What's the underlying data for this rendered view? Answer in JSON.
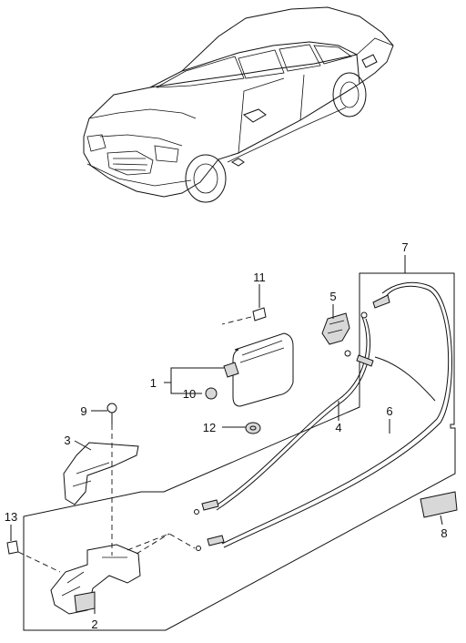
{
  "callouts": [
    {
      "id": "c1",
      "text": "1"
    },
    {
      "id": "c2",
      "text": "2"
    },
    {
      "id": "c3",
      "text": "3"
    },
    {
      "id": "c4",
      "text": "4"
    },
    {
      "id": "c5",
      "text": "5"
    },
    {
      "id": "c6",
      "text": "6"
    },
    {
      "id": "c7",
      "text": "7"
    },
    {
      "id": "c8",
      "text": "8"
    },
    {
      "id": "c9",
      "text": "9"
    },
    {
      "id": "c10",
      "text": "10"
    },
    {
      "id": "c11",
      "text": "11"
    },
    {
      "id": "c12",
      "text": "12"
    },
    {
      "id": "c13",
      "text": "13"
    }
  ],
  "colors": {
    "line": "#111111",
    "paper": "#ffffff",
    "shade": "#d8d8d8"
  }
}
